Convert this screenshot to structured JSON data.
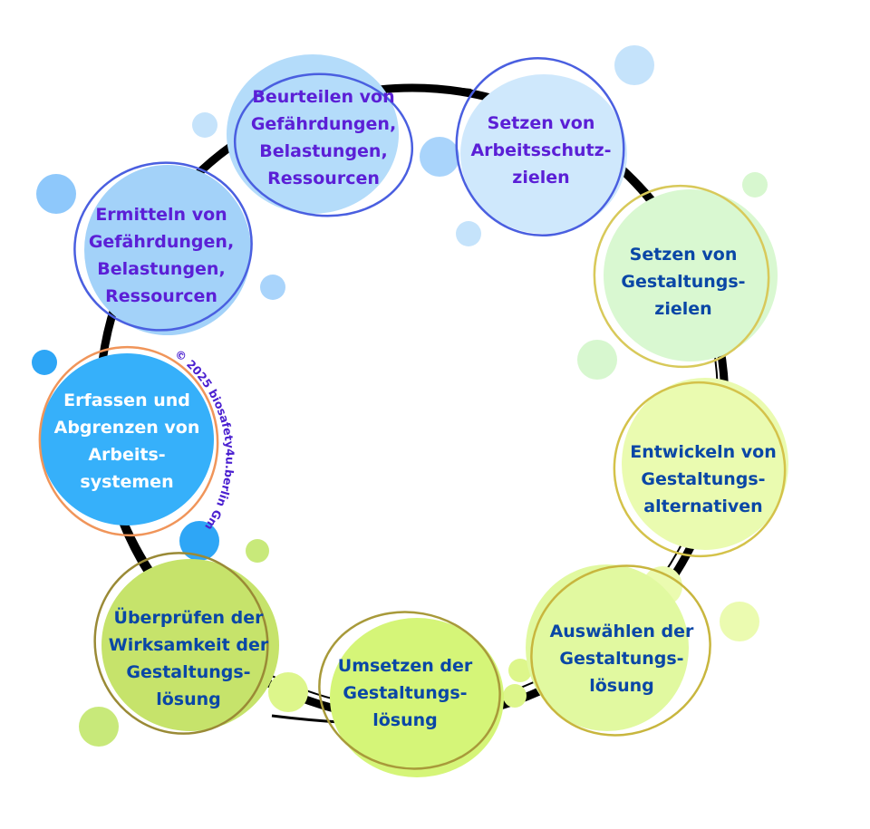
{
  "diagram": {
    "copyright": "© 2025 biosafety4u.berlin GmbH",
    "colors": {
      "ring": "#000000",
      "text_purple": "#5b1fd6",
      "text_blue": "#0a47a6",
      "text_white": "#ffffff",
      "copyright": "#4a1fd0"
    },
    "steps": [
      {
        "lines": [
          "Erfassen und",
          "Abgrenzen von",
          "Arbeits-",
          "systemen"
        ]
      },
      {
        "lines": [
          "Ermitteln von",
          "Gefährdungen,",
          "Belastungen,",
          "Ressourcen"
        ]
      },
      {
        "lines": [
          "Beurteilen von",
          "Gefährdungen,",
          "Belastungen,",
          "Ressourcen"
        ]
      },
      {
        "lines": [
          "Setzen von",
          "Arbeitsschutz-",
          "zielen"
        ]
      },
      {
        "lines": [
          "Setzen von",
          "Gestaltungs-",
          "zielen"
        ]
      },
      {
        "lines": [
          "Entwickeln von",
          "Gestaltungs-",
          "alternativen"
        ]
      },
      {
        "lines": [
          "Auswählen der",
          "Gestaltungs-",
          "lösung"
        ]
      },
      {
        "lines": [
          "Umsetzen der",
          "Gestaltungs-",
          "lösung"
        ]
      },
      {
        "lines": [
          "Überprüfen der",
          "Wirksamkeit der",
          "Gestaltungs-",
          "lösung"
        ]
      }
    ]
  }
}
